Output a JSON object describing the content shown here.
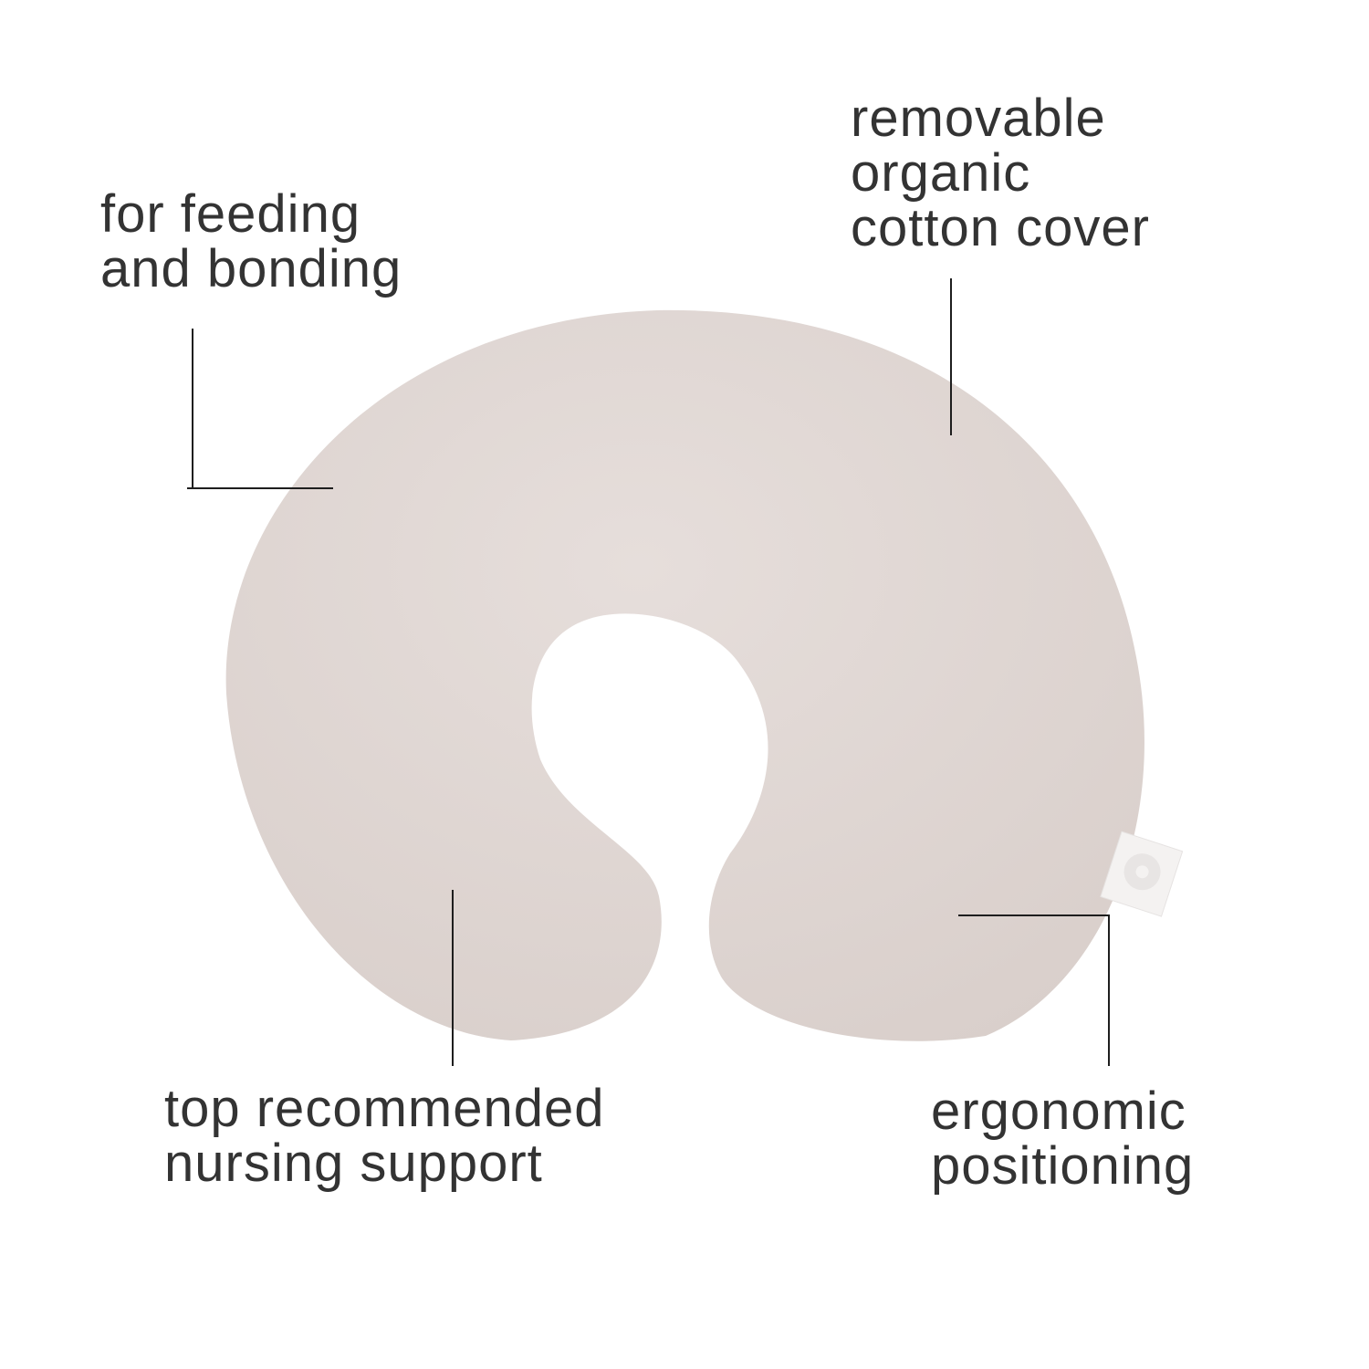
{
  "product": {
    "color": "#e4dbd7",
    "tag_icon": "brand-tag"
  },
  "callouts": {
    "feeding": [
      "for feeding",
      "and bonding"
    ],
    "cover": [
      "removable",
      "organic",
      "cotton cover"
    ],
    "nursing": [
      "top recommended",
      "nursing support"
    ],
    "ergonomic": [
      "ergonomic",
      "positioning"
    ]
  }
}
